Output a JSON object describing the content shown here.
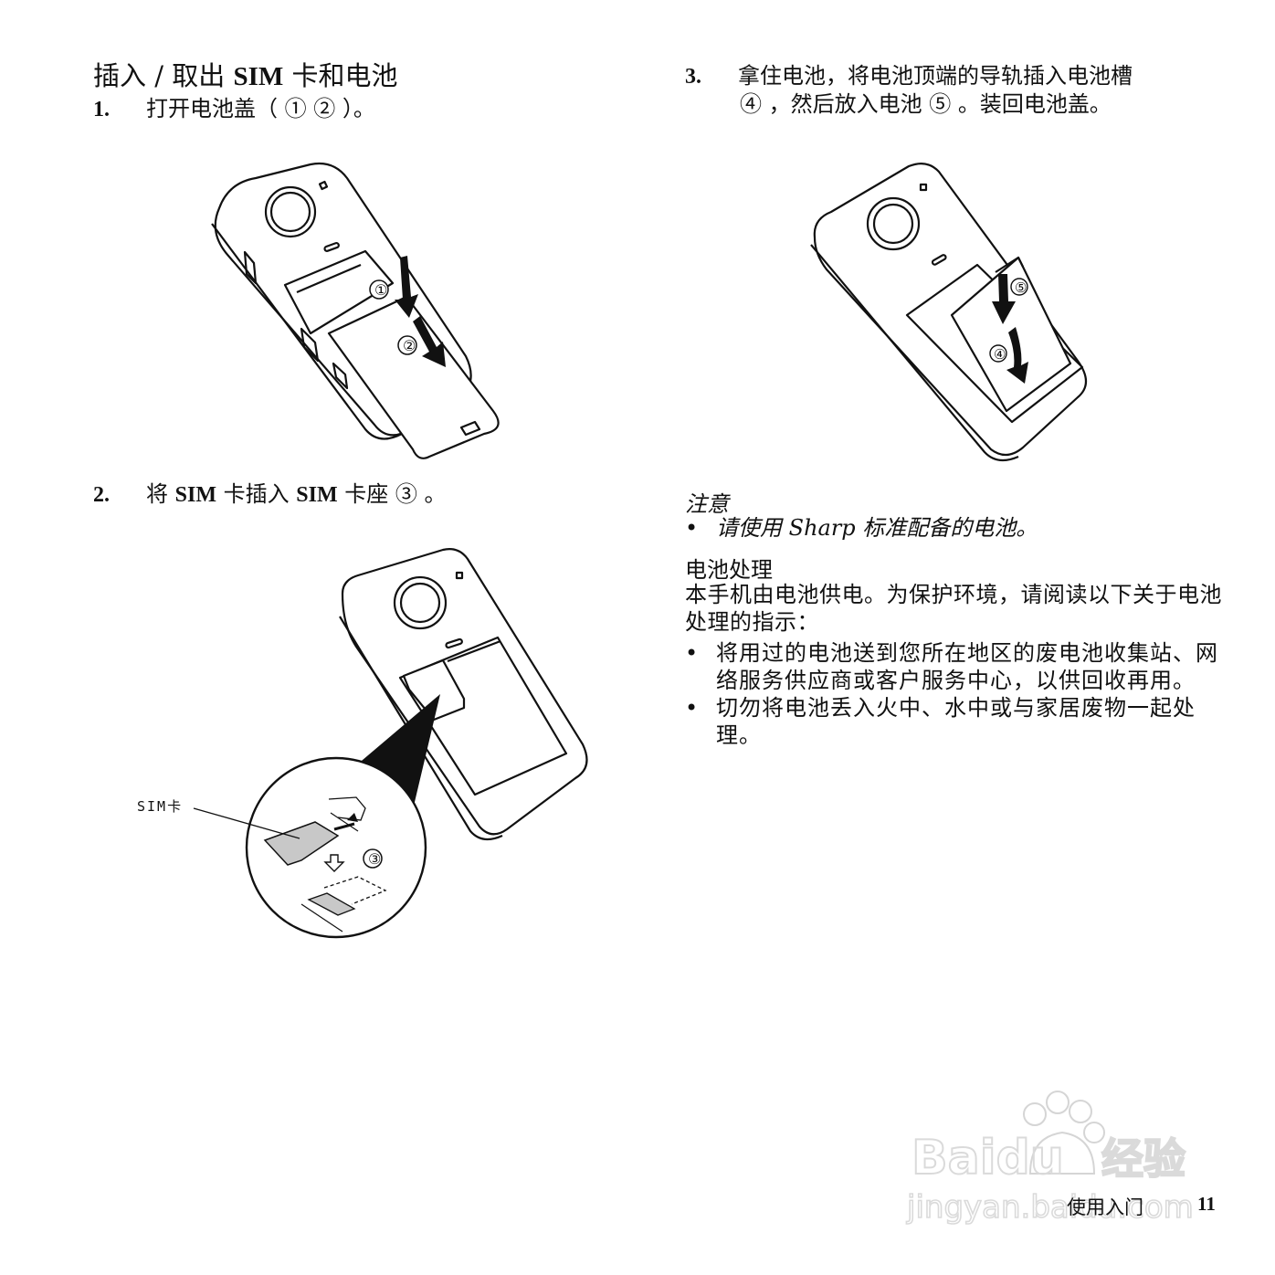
{
  "page": {
    "title_prefix": "插入 / 取出 ",
    "title_bold": "SIM",
    "title_suffix": " 卡和电池",
    "steps": [
      {
        "number": "1.",
        "text": "打开电池盖（ ① ② ）。"
      },
      {
        "number": "2.",
        "text_parts": [
          "将 ",
          "SIM",
          " 卡插入 ",
          "SIM",
          " 卡座 ③ 。"
        ]
      },
      {
        "number": "3.",
        "line1": "拿住电池，将电池顶端的导轨插入电池槽",
        "line2": "④ ，然后放入电池 ⑤ 。装回电池盖。"
      }
    ],
    "figures": {
      "fig1": {
        "callouts": [
          "①",
          "②"
        ]
      },
      "fig2": {
        "callouts": [
          "③"
        ],
        "sim_label": "SIM卡"
      },
      "fig3": {
        "callouts": [
          "④",
          "⑤"
        ]
      }
    },
    "note": {
      "title": "注意",
      "bullet": "•",
      "items": [
        "请使用 Sharp 标准配备的电池。"
      ]
    },
    "battery_disposal": {
      "title": "电池处理",
      "paragraph": "本手机由电池供电。为保护环境，请阅读以下关于电池处理的指示：",
      "items": [
        "将用过的电池送到您所在地区的废电池收集站、网络服务供应商或客户服务中心，以供回收再用。",
        "切勿将电池丢入火中、水中或与家居废物一起处理。"
      ]
    },
    "footer": {
      "section": "使用入门",
      "page_number": "11"
    },
    "watermark": {
      "brand": "Baidu",
      "brand_suffix": "经验",
      "url": "jingyan.baidu.com"
    }
  }
}
